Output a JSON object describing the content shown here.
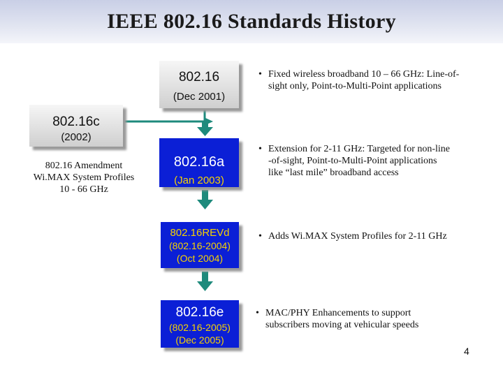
{
  "title": "IEEE 802.16 Standards History",
  "page_number": "4",
  "colors": {
    "blue_box": "#0b1fd6",
    "yellow_text": "#f6d200",
    "teal_arrow": "#1e8a7c",
    "grey_box": "#cfcfcf"
  },
  "boxes": {
    "std_80216": {
      "name": "802.16",
      "date": "(Dec 2001)"
    },
    "std_80216c": {
      "name": "802.16c",
      "date": "(2002)"
    },
    "std_80216a": {
      "name": "802.16a",
      "date": "(Jan 2003)"
    },
    "std_80216revd": {
      "name": "802.16REVd",
      "alt": "(802.16-2004)",
      "date": "(Oct 2004)"
    },
    "std_80216e": {
      "name": "802.16e",
      "alt": "(802.16-2005)",
      "date": "(Dec 2005)"
    }
  },
  "amendment": {
    "line1": "802.16 Amendment",
    "line2": "Wi.MAX System Profiles",
    "line3": "10 - 66 GHz"
  },
  "bullets": [
    {
      "line1": "Fixed wireless broadband 10 – 66 GHz: Line-of-",
      "line2": "sight only, Point-to-Multi-Point applications"
    },
    {
      "line1": "Extension for 2-11 GHz: Targeted for non-line",
      "line2": "-of-sight, Point-to-Multi-Point applications",
      "line3": "like “last mile” broadband access"
    },
    {
      "line1": "Adds Wi.MAX System Profiles for 2-11 GHz"
    },
    {
      "line1": "MAC/PHY Enhancements to support",
      "line2": "subscribers moving at vehicular speeds"
    }
  ],
  "bullet_symbol": "•"
}
